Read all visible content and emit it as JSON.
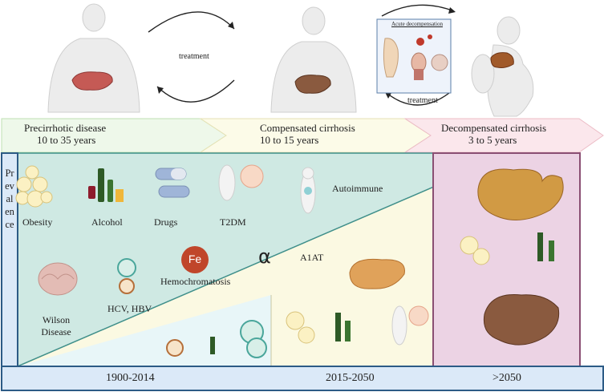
{
  "top": {
    "treatment_left": "treatment",
    "treatment_right": "treatment",
    "inset_title": "Acute decompensation"
  },
  "stages": [
    {
      "title": "Precirrhotic disease",
      "duration": "10 to 35 years"
    },
    {
      "title": "Compensated cirrhosis",
      "duration": "10 to 15 years"
    },
    {
      "title": "Decompensated cirrhosis",
      "duration": "3 to 5 years"
    }
  ],
  "side_label": "Prevalence",
  "causes": {
    "obesity": "Obesity",
    "alcohol": "Alcohol",
    "drugs": "Drugs",
    "t2dm": "T2DM",
    "autoimmune": "Autoimmune",
    "wilson": "Wilson Disease",
    "hcv_hbv": "HCV, HBV",
    "hemochromatosis": "Hemochromatosis",
    "fe_symbol": "Fe",
    "alpha_symbol": "α",
    "a1at": "A1AT"
  },
  "timeline": [
    "1900-2014",
    "2015-2050",
    ">2050"
  ],
  "colors": {
    "teal_region": "#cfe9e3",
    "yellow_region": "#fbf9e2",
    "pink_region": "#ecd3e4",
    "timeline_bar": "#dbe9f8",
    "border_blue": "#2c5b86",
    "iron_circle": "#c0462a"
  }
}
